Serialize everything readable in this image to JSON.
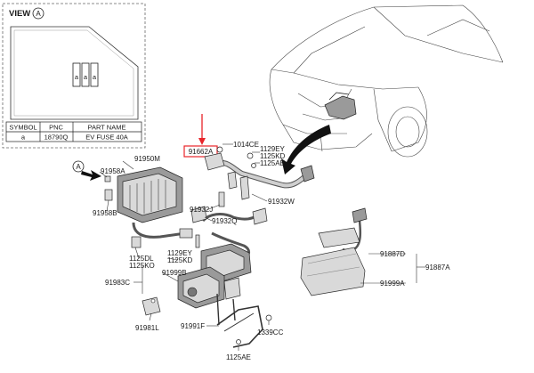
{
  "view_panel": {
    "title": "VIEW",
    "view_letter": "A",
    "fuse_mark": "a",
    "table_headers": [
      "SYMBOL",
      "PNC",
      "PART NAME"
    ],
    "table_row": [
      "a",
      "18790Q",
      "EV FUSE 40A"
    ]
  },
  "highlight_part": "91662A",
  "callout_letter": "A",
  "part_labels": [
    "1014CE",
    "1129EY",
    "1125KD",
    "1125AE",
    "91950M",
    "91958A",
    "91958B",
    "91932W",
    "91932J",
    "91932Q",
    "1125DL",
    "1125KO",
    "1129EY",
    "1125KD",
    "91999B",
    "91983C",
    "91981L",
    "91991F",
    "1339CC",
    "1125AE",
    "91887D",
    "91887A",
    "91999A"
  ],
  "colors": {
    "highlight": "#e8242a",
    "line": "#333333",
    "part_fill": "#d9d9d9"
  }
}
